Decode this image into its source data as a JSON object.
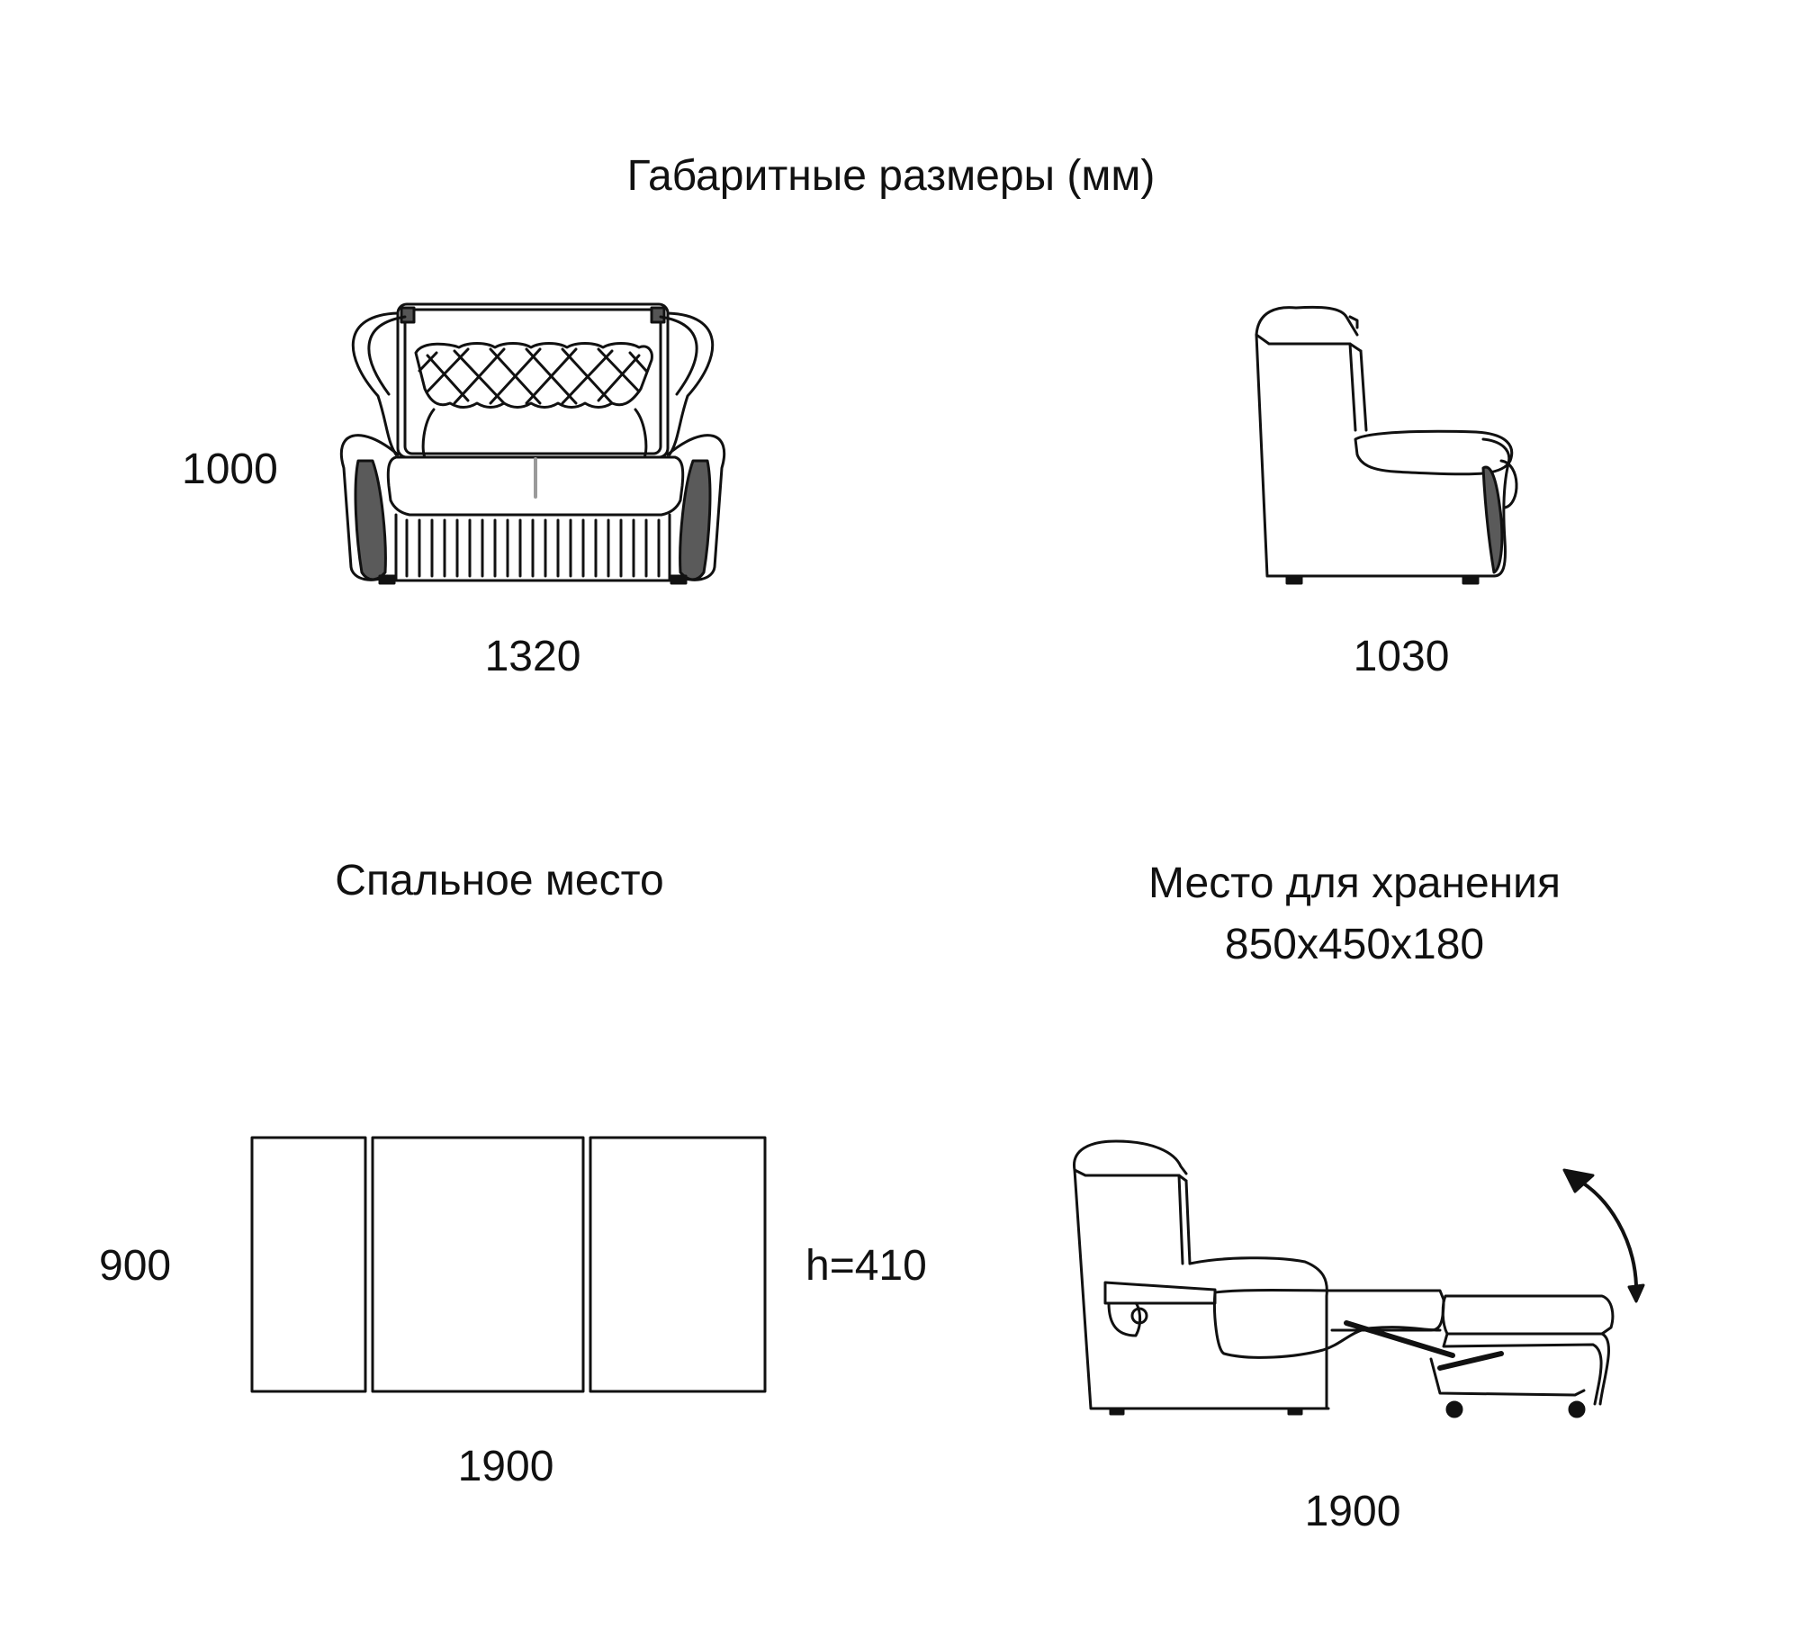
{
  "title": "Габаритные размеры (мм)",
  "front_view": {
    "height_label": "1000",
    "width_label": "1320"
  },
  "side_view": {
    "depth_label": "1030"
  },
  "sleeping_place": {
    "title": "Спальное место",
    "width_label": "900",
    "length_label": "1900",
    "seat_height_label": "h=410"
  },
  "storage": {
    "title": "Место для хранения",
    "dimensions": "850x450x180",
    "unfolded_length_label": "1900"
  },
  "colors": {
    "line": "#111111",
    "accent_gray": "#5a5a5a"
  }
}
